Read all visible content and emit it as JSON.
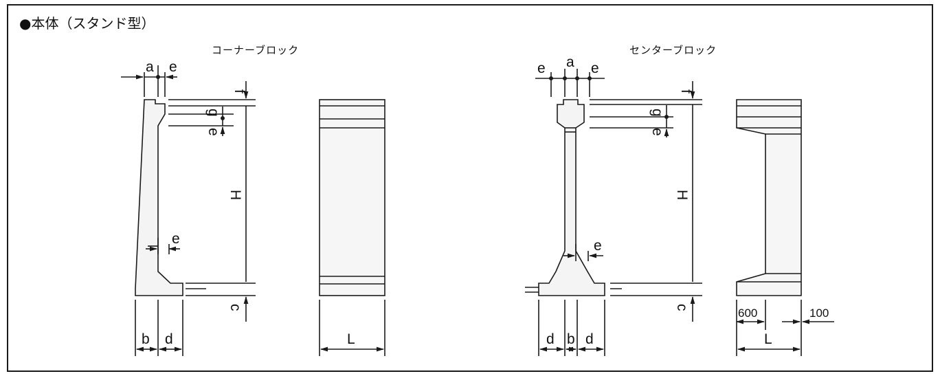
{
  "header": {
    "title": "●本体（スタンド型）"
  },
  "corner": {
    "label": "コーナーブロック",
    "dims": {
      "a": "a",
      "e1": "e",
      "f": "f",
      "g": "g",
      "e2": "e",
      "H": "H",
      "e3": "e",
      "c": "c",
      "b": "b",
      "d": "d",
      "L": "L"
    }
  },
  "center": {
    "label": "センターブロック",
    "dims": {
      "e1": "e",
      "a": "a",
      "e2": "e",
      "f": "f",
      "g": "g",
      "e3": "e",
      "H": "H",
      "e4": "e",
      "c": "c",
      "d1": "d",
      "b": "b",
      "d2": "d",
      "L": "L",
      "w600": "600",
      "w100": "100"
    }
  },
  "colors": {
    "line": "#1a1a1a",
    "fill": "#f2f2f2"
  }
}
